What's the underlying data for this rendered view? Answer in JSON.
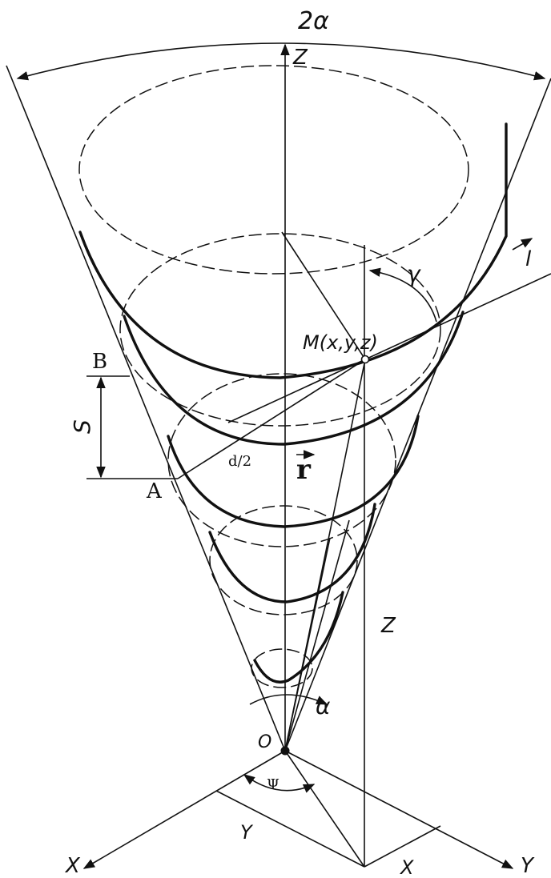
{
  "labels": {
    "angle_2alpha": "2α",
    "axis_z_top": "Z",
    "angle_gamma": "γ",
    "vector_l": "l",
    "point_m": "M(x,y,z)",
    "point_b": "B",
    "dim_s": "S",
    "half_d": "d/2",
    "vector_r": "r",
    "point_a": "A",
    "coord_z": "Z",
    "angle_alpha": "α",
    "origin": "O",
    "angle_psi": "Ψ",
    "axis_x": "X",
    "axis_y": "Y",
    "coord_y": "Y",
    "coord_x": "X"
  }
}
